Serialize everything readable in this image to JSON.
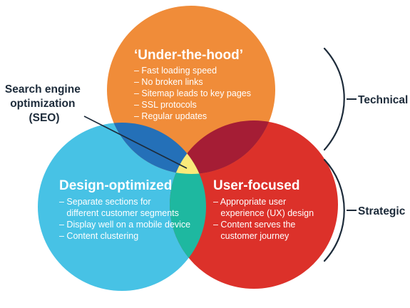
{
  "colors": {
    "orange": "#F08C39",
    "blue": "#47C2E5",
    "red": "#DC312A",
    "orange_blue": "#2470B8",
    "orange_red": "#A51D35",
    "blue_red": "#1EB8A0",
    "center": "#FAEA7A",
    "text_dark": "#1D2B3A"
  },
  "circles": {
    "top": {
      "title": "‘Under-the-hood’",
      "bullets": [
        "– Fast loading speed",
        "– No broken links",
        "– Sitemap leads to key pages",
        "– SSL protocols",
        "– Regular updates"
      ]
    },
    "left": {
      "title": "Design-optimized",
      "bullets": [
        "– Separate sections for",
        "   different customer segments",
        "– Display well on a mobile device",
        "– Content clustering"
      ]
    },
    "right": {
      "title": "User-focused",
      "bullets": [
        "– Appropriate user",
        "   experience (UX) design",
        "– Content serves the",
        "   customer journey"
      ]
    }
  },
  "seo": {
    "lines": [
      "Search engine",
      "optimization",
      "(SEO)"
    ]
  },
  "groups": {
    "technical": "Technical",
    "strategic": "Strategic"
  }
}
